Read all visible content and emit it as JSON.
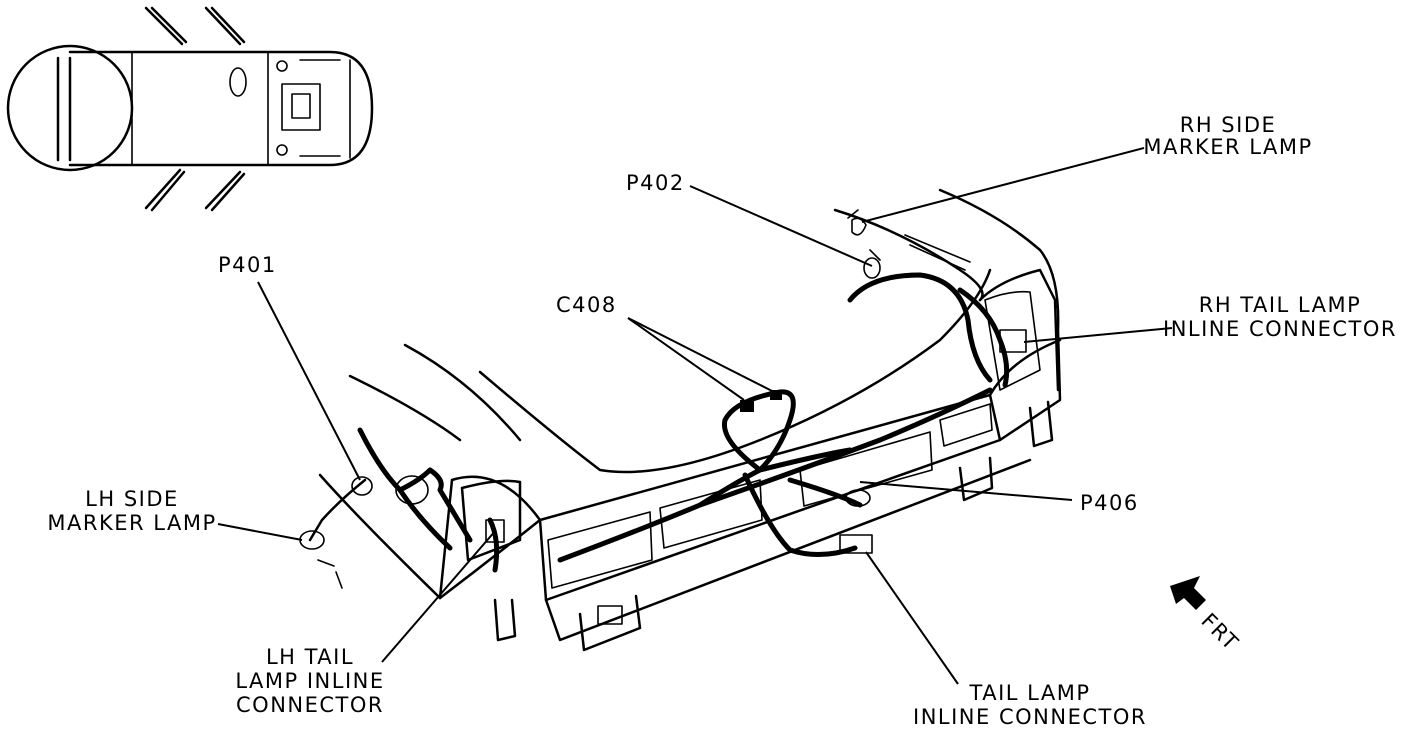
{
  "labels": {
    "p401": "P401",
    "p402": "P402",
    "c408": "C408",
    "p406": "P406",
    "rh_side_marker": [
      "RH SIDE",
      "MARKER LAMP"
    ],
    "rh_tail_inline": [
      "RH TAIL LAMP",
      "INLINE CONNECTOR"
    ],
    "lh_side_marker": [
      "LH SIDE",
      "MARKER LAMP"
    ],
    "lh_tail_inline": [
      "LH TAIL",
      "LAMP INLINE",
      "CONNECTOR"
    ],
    "tail_inline": [
      "TAIL LAMP",
      "INLINE CONNECTOR"
    ],
    "frt": "FRT"
  }
}
